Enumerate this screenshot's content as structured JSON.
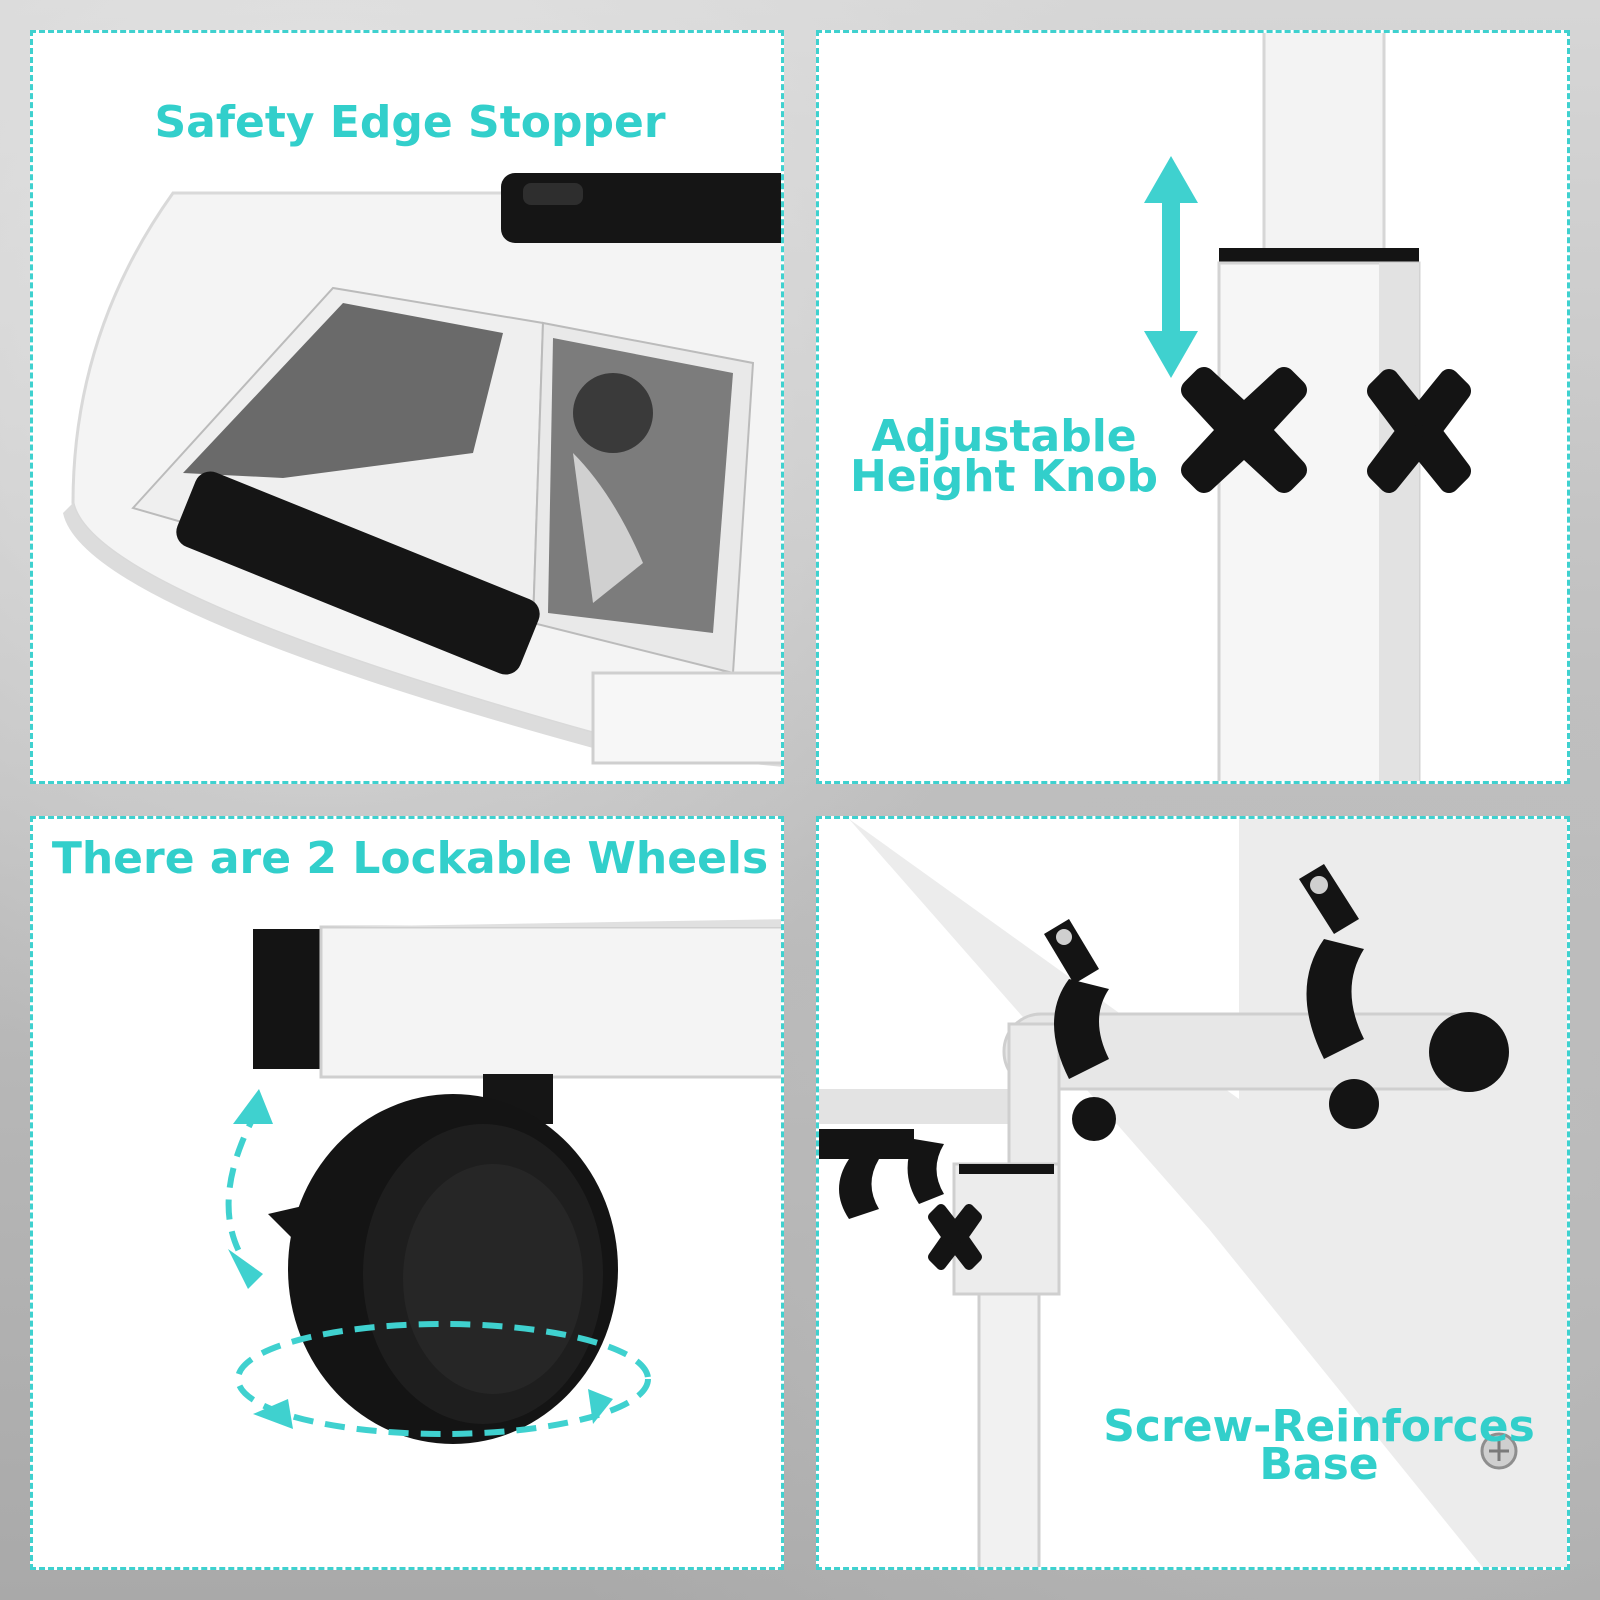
{
  "panels": {
    "top_left": {
      "caption": "Safety Edge Stopper"
    },
    "top_right": {
      "caption_line1": "Adjustable",
      "caption_line2": "Height Knob"
    },
    "bottom_left": {
      "caption": "There are 2 Lockable Wheels"
    },
    "bottom_right": {
      "caption_line1": "Screw-Reinforces",
      "caption_line2": "Base"
    }
  },
  "colors": {
    "accent": "#3fd1cf",
    "accent_text": "#32cfcb",
    "panel_background": "#ffffff",
    "hardware_black": "#141414",
    "frame_white": "#f2f2f2"
  },
  "icons": [
    "up-down-arrow-icon",
    "rotation-arrow-icon"
  ]
}
